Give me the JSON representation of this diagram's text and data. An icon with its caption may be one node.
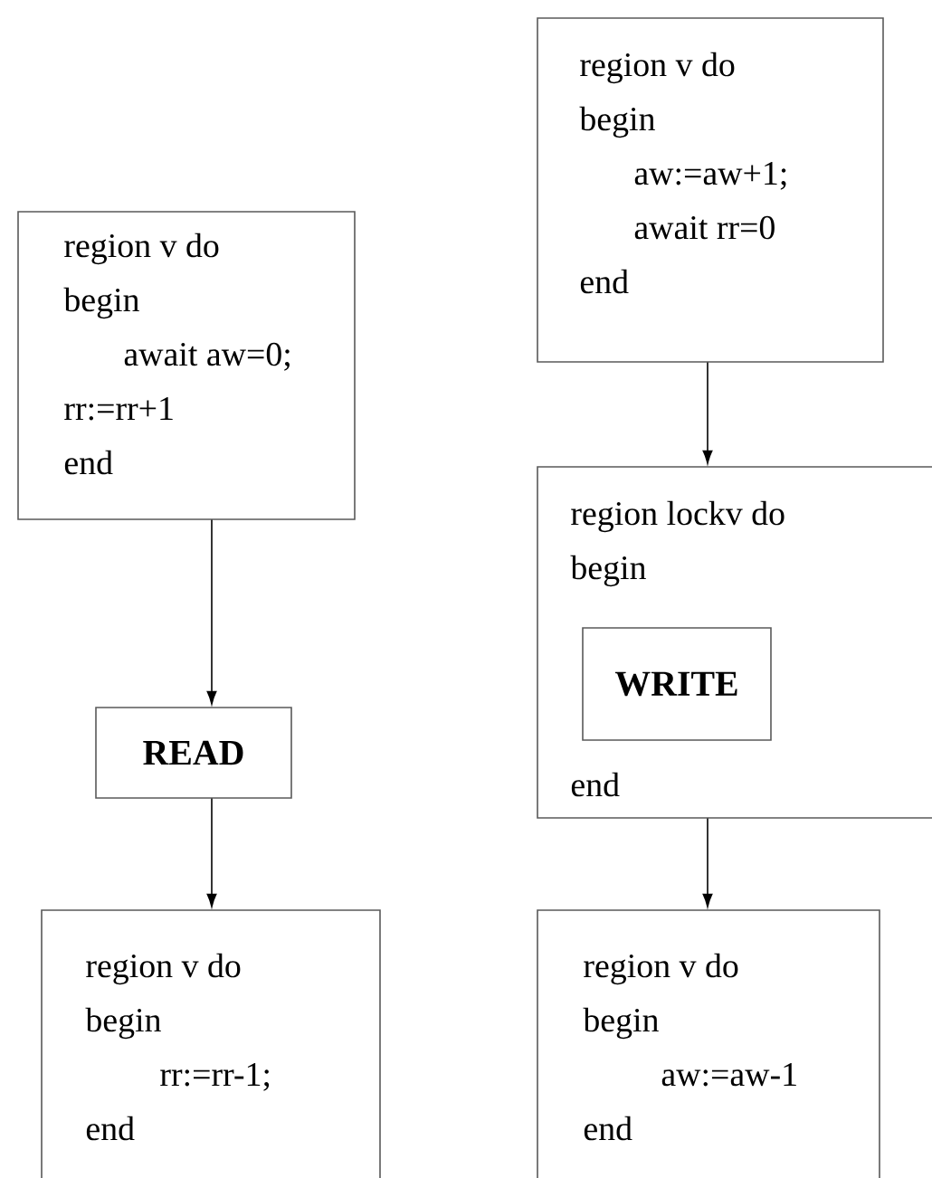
{
  "diagram": {
    "nodes": [
      {
        "text": [
          "region v do",
          "begin",
          "await aw=0;",
          "rr:=rr+1",
          "end"
        ]
      },
      {
        "text": [
          "READ"
        ]
      },
      {
        "text": [
          "region v do",
          "begin",
          "rr:=rr-1;",
          "end"
        ]
      },
      {
        "text": [
          "region v do",
          "begin",
          "aw:=aw+1;",
          "await rr=0",
          "end"
        ]
      },
      {
        "text": [
          "region lockv do",
          "begin",
          "end"
        ]
      },
      {
        "text": [
          "WRITE"
        ],
        "in": 4
      },
      {
        "text": [
          "region v do",
          "begin",
          "aw:=aw-1",
          "end"
        ]
      }
    ],
    "edges": [
      {
        "from": 0,
        "to": 1,
        "arrow": "to"
      },
      {
        "from": 1,
        "to": 2,
        "arrow": "to"
      },
      {
        "from": 3,
        "to": 4,
        "arrow": "to"
      },
      {
        "from": 4,
        "to": 6,
        "arrow": "to"
      }
    ]
  }
}
